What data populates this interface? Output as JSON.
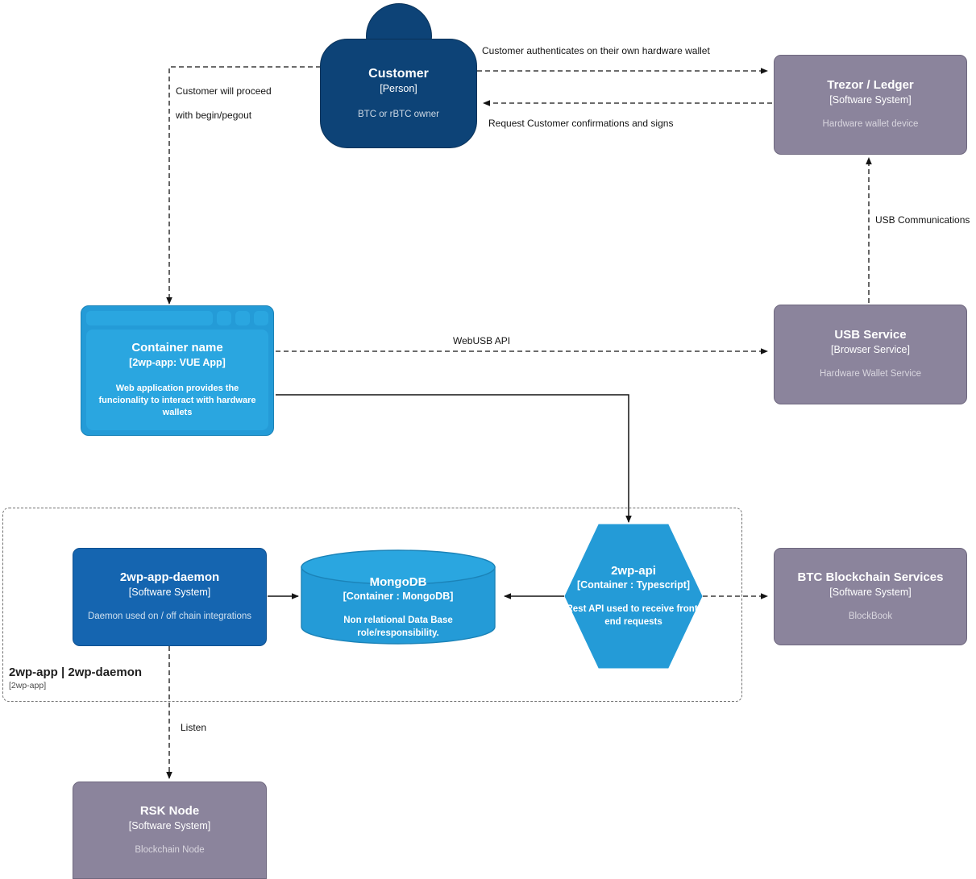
{
  "diagram": {
    "type": "C4 container diagram",
    "colors": {
      "person": "#0d4377",
      "container_blue": "#249bd7",
      "container_blue_light": "#2aa6e0",
      "software_system_dark_blue": "#1565b0",
      "external_system_purple": "#8b849c",
      "edge": "#141414",
      "boundary": "#707070",
      "background": "#ffffff"
    }
  },
  "nodes": {
    "customer": {
      "title": "Customer",
      "tech": "[Person]",
      "desc": "BTC or rBTC owner"
    },
    "trezor_ledger": {
      "title": "Trezor / Ledger",
      "tech": "[Software System]",
      "desc": "Hardware wallet device"
    },
    "container_name": {
      "title": "Container name",
      "tech": "[2wp-app: VUE App]",
      "desc": "Web application provides the funcionality to interact with hardware wallets"
    },
    "usb_service": {
      "title": "USB Service",
      "tech": "[Browser Service]",
      "desc": "Hardware Wallet Service"
    },
    "daemon": {
      "title": "2wp-app-daemon",
      "tech": "[Software System]",
      "desc": "Daemon used on / off chain integrations"
    },
    "mongodb": {
      "title": "MongoDB",
      "tech": "[Container : MongoDB]",
      "desc": "Non relational Data Base role/responsibility."
    },
    "api": {
      "title": "2wp-api",
      "tech": "[Container : Typescript]",
      "desc": "Rest API used to receive front-end requests"
    },
    "btc_services": {
      "title": "BTC Blockchain Services",
      "tech": "[Software System]",
      "desc": "BlockBook"
    },
    "rsk_node": {
      "title": "RSK Node",
      "tech": "[Software System]",
      "desc": "Blockchain Node"
    }
  },
  "boundary": {
    "name": "2wp-app | 2wp-daemon",
    "tech": "[2wp-app]"
  },
  "edges": [
    {
      "id": "customer-authenticates",
      "from": "customer",
      "to": "trezor_ledger",
      "label": "Customer authenticates on their own hardware wallet",
      "style": "dashed"
    },
    {
      "id": "request-confirmations",
      "from": "trezor_ledger",
      "to": "customer",
      "label": "Request Customer confirmations and signs",
      "style": "dashed"
    },
    {
      "id": "customer-proceeds",
      "from": "customer",
      "to": "container_name",
      "label_line1": "Customer will proceed",
      "label_line2": "with begin/pegout",
      "style": "dashed"
    },
    {
      "id": "webusb-api",
      "from": "container_name",
      "to": "usb_service",
      "label": "WebUSB API",
      "style": "dashed"
    },
    {
      "id": "usb-communications",
      "from": "usb_service",
      "to": "trezor_ledger",
      "label": "USB Communications",
      "style": "dashed"
    },
    {
      "id": "app-to-api",
      "from": "container_name",
      "to": "api",
      "label": "",
      "style": "solid"
    },
    {
      "id": "daemon-to-mongo",
      "from": "daemon",
      "to": "mongodb",
      "label": "",
      "style": "solid"
    },
    {
      "id": "api-to-mongo",
      "from": "api",
      "to": "mongodb",
      "label": "",
      "style": "solid"
    },
    {
      "id": "api-to-btc",
      "from": "api",
      "to": "btc_services",
      "label": "",
      "style": "dashed"
    },
    {
      "id": "daemon-listen",
      "from": "daemon",
      "to": "rsk_node",
      "label": "Listen",
      "style": "dashed"
    }
  ]
}
